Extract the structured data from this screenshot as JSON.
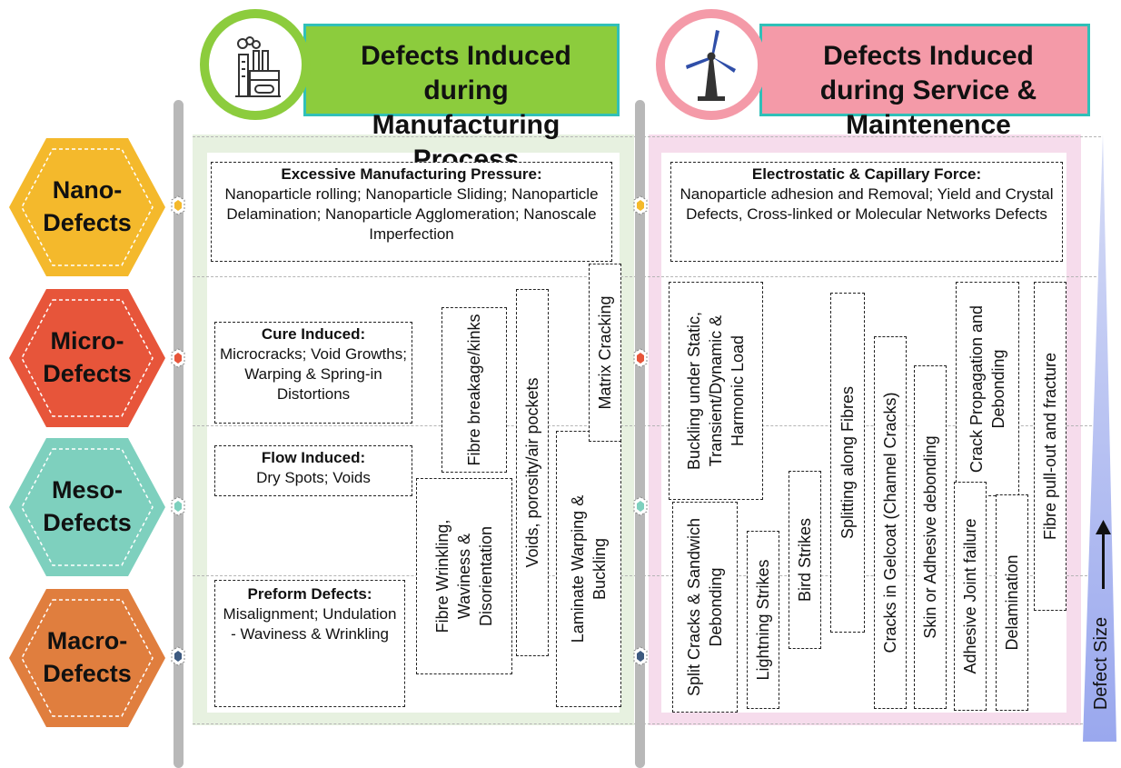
{
  "headers": {
    "manufacturing": "Defects Induced during Manufacturing Process",
    "service": "Defects Induced during Service & Maintenence"
  },
  "levels": [
    {
      "line1": "Nano-",
      "line2": "Defects",
      "color": "#f4b92c",
      "dot": "#f4b92c"
    },
    {
      "line1": "Micro-",
      "line2": "Defects",
      "color": "#e7553a",
      "dot": "#e7553a"
    },
    {
      "line1": "Meso-",
      "line2": "Defects",
      "color": "#7ed0be",
      "dot": "#7ed0be"
    },
    {
      "line1": "Macro-",
      "line2": "Defects",
      "color": "#e07e3e",
      "dot": "#3d5a80"
    }
  ],
  "manufacturing": {
    "nano": {
      "title": "Excessive Manufacturing Pressure:",
      "body": "Nanoparticle rolling; Nanoparticle Sliding; Nanoparticle Delamination; Nanoparticle Agglomeration; Nanoscale Imperfection"
    },
    "cure": {
      "title": "Cure Induced:",
      "body": "Microcracks; Void Growths; Warping & Spring-in Distortions"
    },
    "flow": {
      "title": "Flow Induced:",
      "body": "Dry Spots; Voids"
    },
    "preform": {
      "title": "Preform Defects:",
      "body": "Misalignment; Undulation - Waviness & Wrinkling"
    },
    "vertical": {
      "fibre_breakage": "Fibre breakage/kinks",
      "fibre_wrinkling": "Fibre Wrinkling, Waviness & Disorientation",
      "voids": "Voids, porosity/air pockets",
      "laminate": "Laminate Warping & Buckling",
      "matrix": "Matrix Cracking"
    }
  },
  "service": {
    "nano": {
      "title": "Electrostatic & Capillary Force:",
      "body": "Nanoparticle adhesion and Removal; Yield and Crystal Defects, Cross-linked or Molecular Networks Defects"
    },
    "vertical": {
      "buckling": "Buckling under Static, Transient/Dynamic & Harmonic Load",
      "split": "Split Cracks & Sandwich Debonding",
      "lightning": "Lightning Strikes",
      "bird": "Bird Strikes",
      "splitting": "Splitting along Fibres",
      "gelcoat": "Cracks in Gelcoat (Channel Cracks)",
      "skin": "Skin or Adhesive debonding",
      "crack": "Crack Propagation and Debonding",
      "adhesive": "Adhesive Joint failure",
      "delamination": "Delamination",
      "fibre_pullout": "Fibre pull-out and fracture"
    }
  },
  "defect_size_label": "Defect Size",
  "icons": {
    "manufacturing": "factory-icon",
    "service": "wind-turbine-icon"
  }
}
